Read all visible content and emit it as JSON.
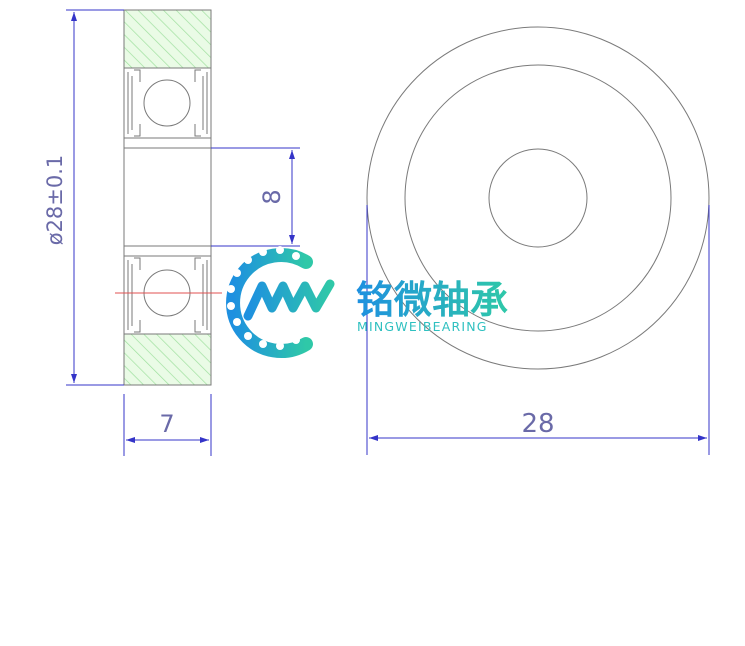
{
  "dimensions": {
    "outer_diameter_label": "ø28±0.1",
    "bore_label": "8",
    "width_label": "7",
    "front_diameter_label": "28"
  },
  "logo": {
    "mark_text": "MW",
    "name_cn": "铭微轴承",
    "name_en": "MINGWEIBEARING"
  },
  "colors": {
    "dimension_line": "#3434c8",
    "outline": "#7a7a7a",
    "hatch": "#9fe09f",
    "logo_blue": "#1e90e0",
    "logo_teal": "#2fc8a8"
  }
}
